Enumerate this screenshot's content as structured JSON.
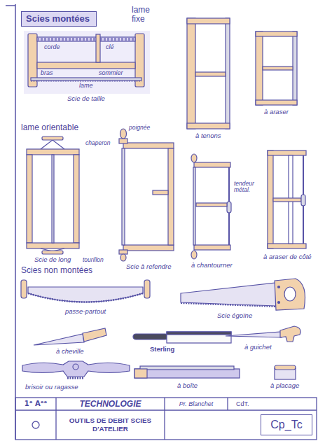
{
  "diagram": {
    "nodes": [
      {
        "text": [
          "Scies montées"
        ]
      },
      {
        "text": [
          "1ᵉ Aᵉᵉ"
        ]
      },
      {
        "text": [
          "TECHNOLOGIE"
        ]
      },
      {
        "text": [
          "Pr. Blanchet"
        ]
      },
      {
        "text": [
          "CdT."
        ]
      },
      {
        "text": [
          "OUTILS DE DEBIT SCIES D'ATELIER"
        ]
      },
      {
        "text": [
          "Cp_Tc"
        ]
      }
    ],
    "labels": [
      "lame fixe",
      "corde",
      "clé",
      "bras",
      "sommier",
      "lame",
      "Scie de taille",
      "à tenons",
      "à araser",
      "lame orientable",
      "poignée",
      "chaperon",
      "tourillon",
      "Scie de long",
      "Scie à refendre",
      "à chantourner",
      "tendeur métal.",
      "à araser de côté",
      "Scies non montées",
      "passe-partout",
      "Scie égoïne",
      "à cheville",
      "Sterling",
      "à guichet",
      "brisoir ou ragasse",
      "à boîte",
      "à placage"
    ]
  }
}
